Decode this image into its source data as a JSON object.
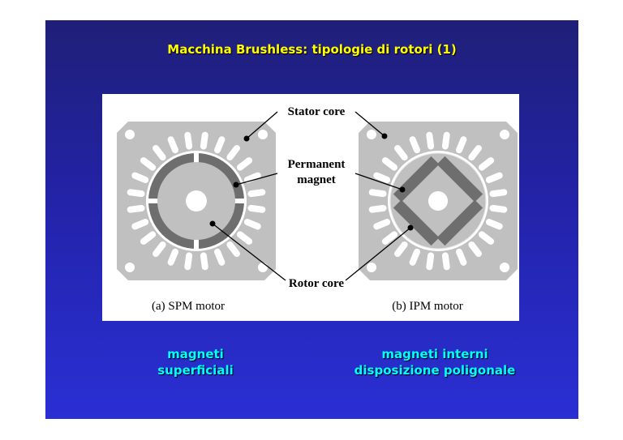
{
  "title": "Macchina Brushless: tipologie di rotori (1)",
  "figure": {
    "labels": {
      "stator_core": "Stator core",
      "permanent_magnet_line1": "Permanent",
      "permanent_magnet_line2": "magnet",
      "rotor_core": "Rotor core"
    },
    "captions": {
      "spm": "(a) SPM motor",
      "ipm": "(b) IPM motor"
    }
  },
  "descriptions": {
    "left": [
      "magneti",
      "superficiali"
    ],
    "right": [
      "magneti interni",
      "disposizione poligonale"
    ]
  },
  "colors": {
    "slide_bg_top": "#1f1f78",
    "slide_bg_bottom": "#2a2fd4",
    "title": "#ffff00",
    "description": "#00ffff",
    "iron": "#c0c0c0",
    "magnet": "#6e6e6e"
  }
}
